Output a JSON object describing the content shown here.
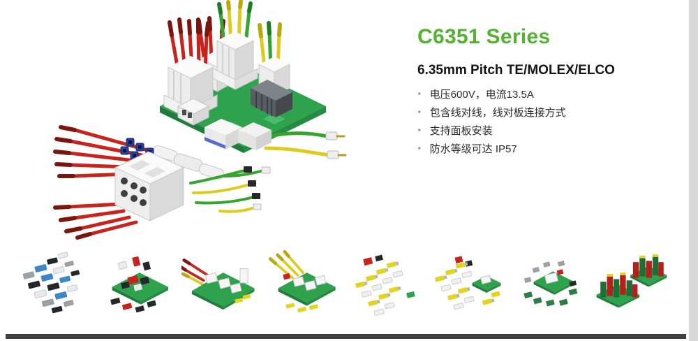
{
  "info": {
    "title": "C6351 Series",
    "subtitle": "6.35mm Pitch TE/MOLEX/ELCO",
    "bullets": [
      "电压600V，电流13.5A",
      "包含线对线，线对板连接方式",
      "支持面板安装",
      "防水等级可达 IP57"
    ]
  },
  "colors": {
    "title_green": "#54b231",
    "pcb_green": "#2fa24e",
    "wire_red": "#c8231d",
    "wire_yellow": "#ddcb1f",
    "wire_green": "#35a52f",
    "connector_blue": "#2b3f9f"
  },
  "gallery": {
    "items": [
      {
        "name": "loose-metal-and-plastic-terminals"
      },
      {
        "name": "pcb-with-red-black-connectors"
      },
      {
        "name": "pcb-with-white-headers-and-wires"
      },
      {
        "name": "pcb-with-yellow-crimp-wires"
      },
      {
        "name": "yellow-terminal-rows"
      },
      {
        "name": "terminals-with-small-pcb"
      },
      {
        "name": "pcb-with-scattered-components"
      },
      {
        "name": "dense-red-green-header-clusters"
      }
    ]
  }
}
